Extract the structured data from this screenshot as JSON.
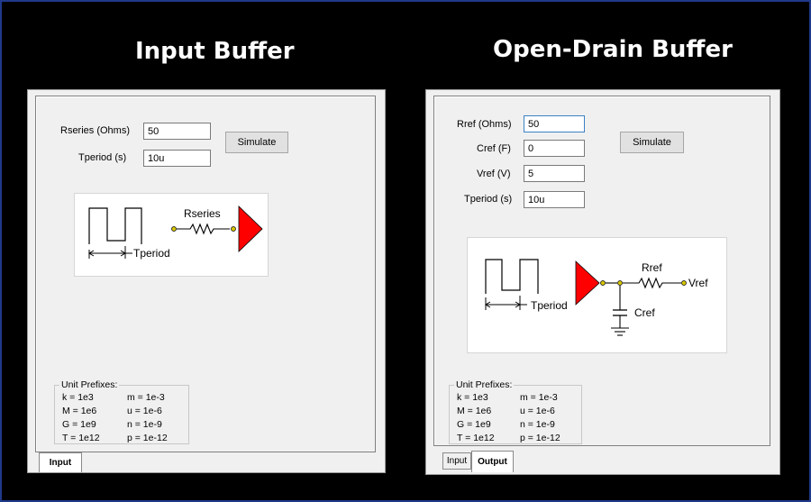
{
  "left": {
    "title": "Input Buffer",
    "fields": [
      {
        "label": "Rseries (Ohms)",
        "value": "50"
      },
      {
        "label": "Tperiod (s)",
        "value": "10u"
      }
    ],
    "simulate_label": "Simulate",
    "schematic": {
      "rseries": "Rseries",
      "tperiod": "Tperiod"
    },
    "prefixes": {
      "title": "Unit Prefixes:",
      "rows": [
        [
          "k = 1e3",
          "m = 1e-3"
        ],
        [
          "M = 1e6",
          "u = 1e-6"
        ],
        [
          "G = 1e9",
          "n = 1e-9"
        ],
        [
          "T = 1e12",
          "p = 1e-12"
        ]
      ]
    },
    "tabs": [
      {
        "label": "Input",
        "active": true
      }
    ]
  },
  "right": {
    "title": "Open-Drain Buffer",
    "fields": [
      {
        "label": "Rref (Ohms)",
        "value": "50"
      },
      {
        "label": "Cref (F)",
        "value": "0"
      },
      {
        "label": "Vref (V)",
        "value": "5"
      },
      {
        "label": "Tperiod (s)",
        "value": "10u"
      }
    ],
    "simulate_label": "Simulate",
    "schematic": {
      "rref": "Rref",
      "vref": "Vref",
      "cref": "Cref",
      "tperiod": "Tperiod"
    },
    "prefixes": {
      "title": "Unit Prefixes:",
      "rows": [
        [
          "k = 1e3",
          "m = 1e-3"
        ],
        [
          "M = 1e6",
          "u = 1e-6"
        ],
        [
          "G = 1e9",
          "n = 1e-9"
        ],
        [
          "T = 1e12",
          "p = 1e-12"
        ]
      ]
    },
    "tabs": [
      {
        "label": "Input",
        "active": false
      },
      {
        "label": "Output",
        "active": true
      }
    ]
  },
  "colors": {
    "buffer_fill": "#ff0000",
    "node_dot": "#d4c400",
    "wire": "#000000",
    "frame": "#1f3a8a"
  }
}
